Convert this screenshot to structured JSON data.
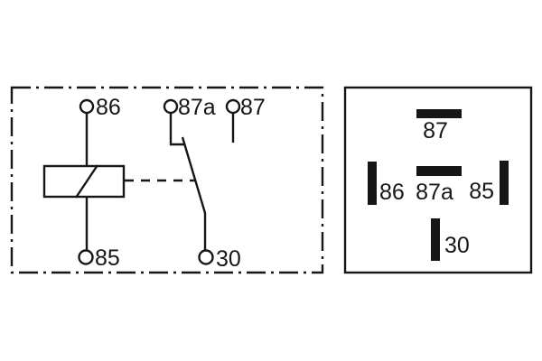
{
  "colors": {
    "background": "#ffffff",
    "line": "#161616",
    "pin_fill": "#161616"
  },
  "schematic": {
    "description": "relay internal circuit schematic",
    "terminals": [
      {
        "id": "86",
        "label": "86"
      },
      {
        "id": "87a",
        "label": "87a"
      },
      {
        "id": "87",
        "label": "87"
      },
      {
        "id": "85",
        "label": "85"
      },
      {
        "id": "30",
        "label": "30"
      }
    ]
  },
  "pinout": {
    "description": "relay base pin layout",
    "pins": [
      {
        "id": "87",
        "label": "87"
      },
      {
        "id": "86",
        "label": "86"
      },
      {
        "id": "87a",
        "label": "87a"
      },
      {
        "id": "85",
        "label": "85"
      },
      {
        "id": "30",
        "label": "30"
      }
    ]
  }
}
